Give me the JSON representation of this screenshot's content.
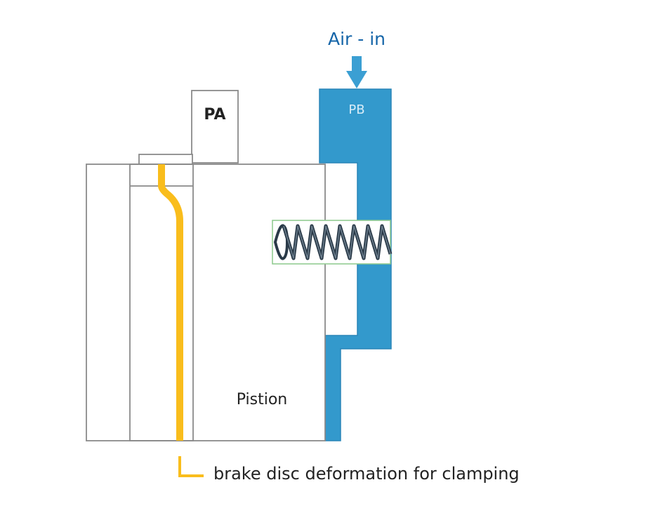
{
  "labels": {
    "air_in": "Air - in",
    "pa": "PA",
    "pb": "PB",
    "piston": "Pistion",
    "legend": "brake disc deformation for clamping"
  },
  "colors": {
    "air_chamber": "#3399cc",
    "air_label": "#1565a8",
    "arrow": "#3b9fd3",
    "brake_disc": "#f9bd1c",
    "outline": "#8a8a8a",
    "spring_box": "#8cc98c",
    "spring": "#2a3a48",
    "text": "#222222"
  },
  "icons": {
    "arrow": "arrow-down-icon",
    "spring": "spring-icon"
  }
}
